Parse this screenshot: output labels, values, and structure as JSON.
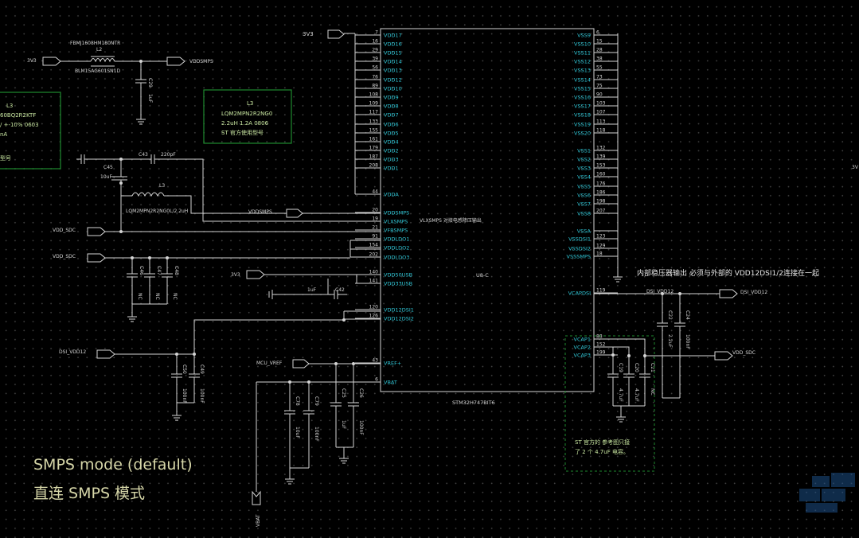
{
  "chip": {
    "ref": "U8-C",
    "part": "STM32H747BIT6",
    "left_pins": [
      {
        "num": "7",
        "name": "VDD17"
      },
      {
        "num": "16",
        "name": "VDD16"
      },
      {
        "num": "29",
        "name": "VDD15"
      },
      {
        "num": "39",
        "name": "VDD14"
      },
      {
        "num": "56",
        "name": "VDD13"
      },
      {
        "num": "76",
        "name": "VDD12"
      },
      {
        "num": "89",
        "name": "VDD10"
      },
      {
        "num": "108",
        "name": "VDD9"
      },
      {
        "num": "109",
        "name": "VDD8"
      },
      {
        "num": "117",
        "name": "VDD7"
      },
      {
        "num": "133",
        "name": "VDD6"
      },
      {
        "num": "155",
        "name": "VDD5"
      },
      {
        "num": "161",
        "name": "VDD4"
      },
      {
        "num": "179",
        "name": "VDD2"
      },
      {
        "num": "187",
        "name": "VDD3"
      },
      {
        "num": "208",
        "name": "VDD1"
      },
      {
        "num": "44",
        "name": "VDDA"
      },
      {
        "num": "20",
        "name": "VDDSMPS"
      },
      {
        "num": "19",
        "name": "VLXSMPS"
      },
      {
        "num": "21",
        "name": "VFBSMPS"
      },
      {
        "num": "91",
        "name": "VDDLDO1"
      },
      {
        "num": "154",
        "name": "VDDLDO2"
      },
      {
        "num": "202",
        "name": "VDDLDO3"
      },
      {
        "num": "140",
        "name": "VDD50USB"
      },
      {
        "num": "141",
        "name": "VDD33USB"
      },
      {
        "num": "120",
        "name": "VDD12DSI1"
      },
      {
        "num": "126",
        "name": "VDD12DSI2"
      },
      {
        "num": "43",
        "name": "VREF+"
      },
      {
        "num": "6",
        "name": "VBAT"
      }
    ],
    "right_pins": [
      {
        "num": "6",
        "name": "VSS9"
      },
      {
        "num": "15",
        "name": "VSS10"
      },
      {
        "num": "28",
        "name": "VSS11"
      },
      {
        "num": "38",
        "name": "VSS12"
      },
      {
        "num": "55",
        "name": "VSS13"
      },
      {
        "num": "73",
        "name": "VSS14"
      },
      {
        "num": "75",
        "name": "VSS15"
      },
      {
        "num": "90",
        "name": "VSS16"
      },
      {
        "num": "103",
        "name": "VSS17"
      },
      {
        "num": "107",
        "name": "VSS18"
      },
      {
        "num": "113",
        "name": "VSS19"
      },
      {
        "num": "118",
        "name": "VSS20"
      },
      {
        "num": "132",
        "name": "VSS1"
      },
      {
        "num": "139",
        "name": "VSS2"
      },
      {
        "num": "153",
        "name": "VSS3"
      },
      {
        "num": "160",
        "name": "VSS4"
      },
      {
        "num": "176",
        "name": "VSS5"
      },
      {
        "num": "186",
        "name": "VSS6"
      },
      {
        "num": "198",
        "name": "VSS7"
      },
      {
        "num": "207",
        "name": "VSS8"
      },
      {
        "num": "",
        "name": "VSSA"
      },
      {
        "num": "123",
        "name": "VSSDSI1"
      },
      {
        "num": "129",
        "name": "VSSDSI2"
      },
      {
        "num": "18",
        "name": "VSSSMPS"
      },
      {
        "num": "119",
        "name": "VCAPDSI"
      },
      {
        "num": "88",
        "name": "VCAP1"
      },
      {
        "num": "152",
        "name": "VCAP2"
      },
      {
        "num": "199",
        "name": "VCAP3"
      }
    ]
  },
  "nets": {
    "v3v3": "3V3",
    "vddsmps": "VDDSMPS",
    "vdd_sdc": "VDD_SDC",
    "dsi_vdd12": "DSI_VDD12",
    "mcu_vref": "MCU_VREF",
    "vbat": "VBAT"
  },
  "parts": {
    "l2_part": "FBMJ1608HM180NTR",
    "l2_ref": "L2",
    "l2_alt": "BLM15AG601SN1D",
    "c29": "C29",
    "c29_val": "1uF",
    "l3_box_left": [
      "L3",
      "60BQ2R2KTF",
      "/ +-10% 0603",
      "nA",
      "",
      "型号"
    ],
    "l3_box_right": [
      "L3",
      "LQM2MPN2R2NG0",
      "2.2uH 1.2A 0806",
      "ST 官方使用型号"
    ],
    "c43": "C43",
    "c43_val": "220pF",
    "c45": "C45",
    "c45_val": "10uF",
    "l3": "L3",
    "l3_ann": "LQM2MPN2R2NG0L/2.2uH",
    "vlx_note": "VLXSMPS 对接电感降压输出",
    "c46": "C46",
    "c47": "C47",
    "c48": "C48",
    "c42": "C42",
    "c42_val": "1uF",
    "c50": "C50",
    "c49": "C49",
    "c50_val": "100nF",
    "c49_val": "100nF",
    "c78": "C78",
    "c79": "C79",
    "c25": "C25",
    "c26": "C26",
    "c78_val": "10uF",
    "c79_val": "100nF",
    "c25_val": "1uF",
    "c26_val": "100nF",
    "c19": "C19",
    "c20": "C20",
    "c21": "C21",
    "c19_val": "4.7uF",
    "c20_val": "4.7uF",
    "c21_val": "NC",
    "c22": "C22",
    "c24": "C24",
    "c22_val": "2.2uF",
    "c24_val": "100nF",
    "nc": "NC"
  },
  "notes": {
    "dsi_note": "内部稳压器输出 必须与外部的 VDD12DSI1/2连接在一起",
    "vcap_note_1": "ST 官方的 参考图只接",
    "vcap_note_2": "了 2 个 4.7uF 电容。",
    "mode_en": "SMPS mode (default)",
    "mode_cn": "直连 SMPS 模式",
    "edge_right": "3V"
  }
}
